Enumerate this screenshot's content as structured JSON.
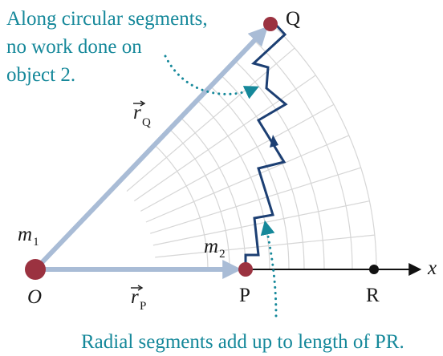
{
  "annotations": {
    "top_line1": "Along circular segments,",
    "top_line2": "no work done on",
    "top_line3": "object 2.",
    "bottom": "Radial segments add up to length of PR."
  },
  "labels": {
    "m1_main": "m",
    "m1_sub": "1",
    "m2_main": "m",
    "m2_sub": "2",
    "origin": "O",
    "point_p": "P",
    "point_q": "Q",
    "point_r": "R",
    "x_axis": "x",
    "rq_main": "r",
    "rq_sub": "Q",
    "rp_main": "r",
    "rp_sub": "P"
  },
  "colors": {
    "teal": "#15889a",
    "path_blue": "#1c3f73",
    "mass_red": "#9b3240",
    "vector_blue": "#a9bcd6",
    "grid": "#d6d6d6",
    "black": "#111111"
  }
}
